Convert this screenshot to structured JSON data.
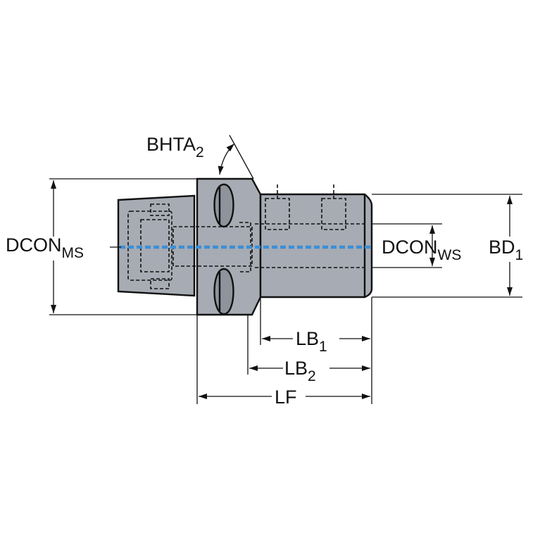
{
  "colors": {
    "body": "#a7abb3",
    "body_dark": "#8e939c",
    "line": "#111111",
    "coolant": "#3a8fd8",
    "background": "#ffffff"
  },
  "labels": {
    "dcon_ms": {
      "main": "DCON",
      "sub": "MS"
    },
    "dcon_ws": {
      "main": "DCON",
      "sub": "WS"
    },
    "bd1": {
      "main": "BD",
      "sub": "1"
    },
    "bhta2": {
      "main": "BHTA",
      "sub": "2"
    },
    "lb1": {
      "main": "LB",
      "sub": "1"
    },
    "lb2": {
      "main": "LB",
      "sub": "2"
    },
    "lf": {
      "main": "LF"
    }
  }
}
